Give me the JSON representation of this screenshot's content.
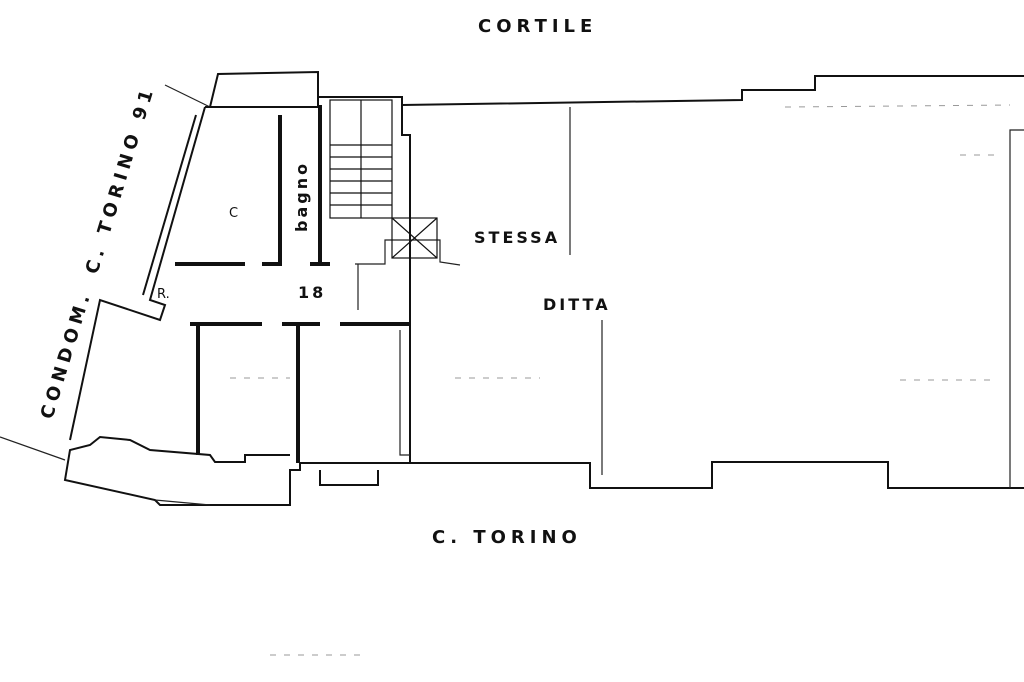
{
  "labels": {
    "courtyard": "CORTILE",
    "street_bottom": "C. TORINO",
    "neighbor_line1": "C. TORINO 91",
    "neighbor_line2": "CONDOM.",
    "room_c": "C",
    "bathroom": "bagno",
    "unit_number": "18",
    "same_owner_1": "STESSA",
    "same_owner_2": "DITTA",
    "room_r": "R."
  }
}
